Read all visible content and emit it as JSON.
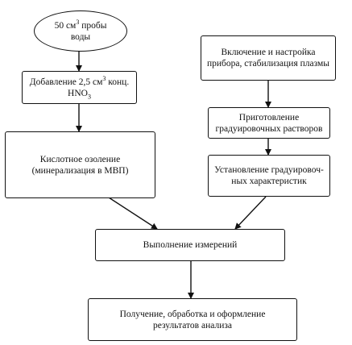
{
  "nodes": {
    "sample": {
      "line1": {
        "pre": "50 см",
        "sup": "3",
        "post": " пробы"
      },
      "line2": "воды"
    },
    "acid": {
      "line1": {
        "pre": "Добавление 2,5 см",
        "sup": "3",
        "post": " конц."
      },
      "line2": {
        "pre": "HNO",
        "sub": "3"
      }
    },
    "ashing": {
      "line1": "Кислотное озоление",
      "line2": "(минерализация в МВП)"
    },
    "power_on": {
      "line1": "Включение и настройка",
      "line2": "прибора, стабилизация плазмы"
    },
    "solutions": {
      "line1": "Приготовление",
      "line2": "градуировочных растворов"
    },
    "calibration": {
      "line1": "Установление градуировоч-",
      "line2": "ных характеристик"
    },
    "measure": {
      "line1": "Выполнение измерений"
    },
    "results": {
      "line1": "Получение, обработка и оформление",
      "line2": "результатов анализа"
    }
  }
}
